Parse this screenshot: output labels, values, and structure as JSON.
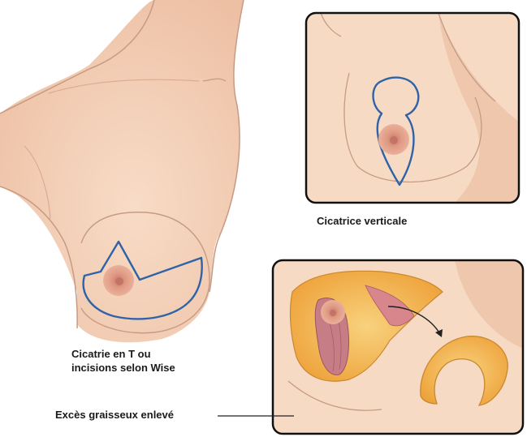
{
  "labels": {
    "vertical_scar": "Cicatrice verticale",
    "t_scar_line1": "Cicatrie en T ou",
    "t_scar_line2": "incisions selon Wise",
    "fat_removed": "Excès graisseux enlevé"
  },
  "colors": {
    "skin": "#f6d7c0",
    "skin_shadow": "#e8b89c",
    "outline": "#c79a84",
    "incision": "#2f63a8",
    "areola": "#e4a289",
    "areola_center": "#c9786a",
    "fat": "#f3b84a",
    "fat_light": "#f8d27e",
    "muscle": "#c97f86",
    "frame": "#111111"
  }
}
